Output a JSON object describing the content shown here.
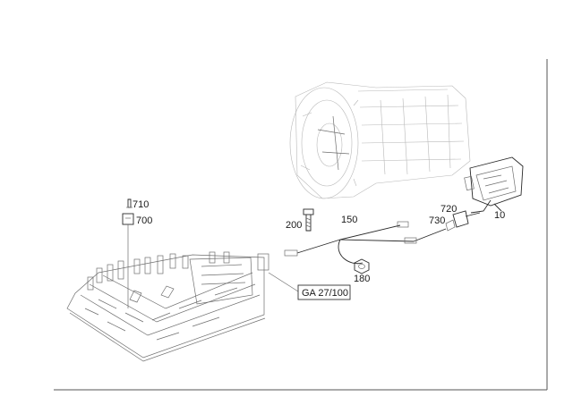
{
  "diagram": {
    "callouts": {
      "c710": "710",
      "c700": "700",
      "c200": "200",
      "c150": "150",
      "c180": "180",
      "c720": "720",
      "c730": "730",
      "c10": "10",
      "ga_ref": "GA 27/100"
    }
  }
}
